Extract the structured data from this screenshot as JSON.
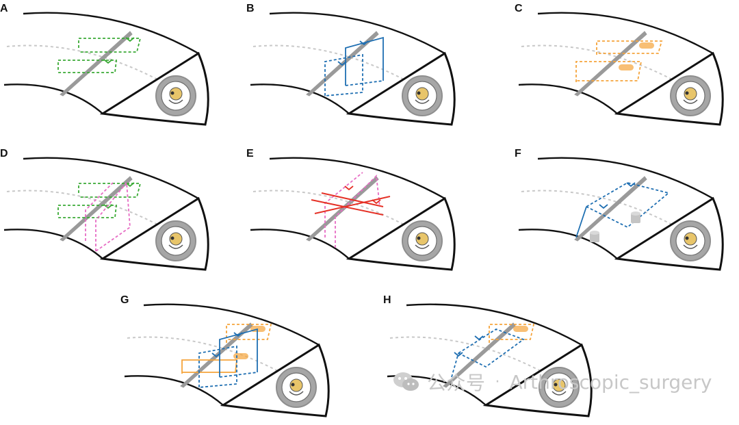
{
  "panels": [
    {
      "label": "A",
      "variant": "green-single",
      "colors": [
        "#3aaa35"
      ]
    },
    {
      "label": "B",
      "variant": "blue-single",
      "colors": [
        "#1f6fb2"
      ]
    },
    {
      "label": "C",
      "variant": "orange-single",
      "colors": [
        "#f5a43b"
      ]
    },
    {
      "label": "D",
      "variant": "green-pink",
      "colors": [
        "#3aaa35",
        "#e76cc4"
      ]
    },
    {
      "label": "E",
      "variant": "red-pink",
      "colors": [
        "#e53126",
        "#e76cc4"
      ]
    },
    {
      "label": "F",
      "variant": "blue-anchor",
      "colors": [
        "#1f6fb2",
        "#9c9c9c"
      ]
    },
    {
      "label": "G",
      "variant": "blue-orange",
      "colors": [
        "#1f6fb2",
        "#f5a43b"
      ]
    },
    {
      "label": "H",
      "variant": "blue-orange-cross",
      "colors": [
        "#1f6fb2",
        "#f5a43b"
      ]
    }
  ],
  "watermark": {
    "text": "公众号",
    "separator": "·",
    "handle": "Arthroscopic_surgery",
    "icon": "wechat-icon"
  },
  "colors": {
    "outline": "#111111",
    "tear": "#9a9a9a",
    "dotted": "#c8c8c8",
    "logo_ring": "#8e8e8e"
  }
}
